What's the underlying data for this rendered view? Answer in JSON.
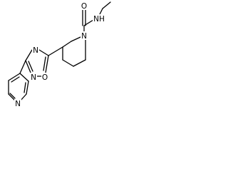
{
  "molecule": {
    "atoms": {
      "amide_oxygen": "O",
      "amide_nitrogen": "N",
      "amide_hydrogen": "H",
      "piperidine_nitrogen": "N",
      "oxadiazole_oxygen": "O",
      "oxadiazole_n_top": "N",
      "oxadiazole_n_bottom": "N",
      "pyridine_nitrogen": "N"
    }
  },
  "colors": {
    "background": "#ffffff",
    "bond": "#000000",
    "atom_label": "#000000"
  }
}
